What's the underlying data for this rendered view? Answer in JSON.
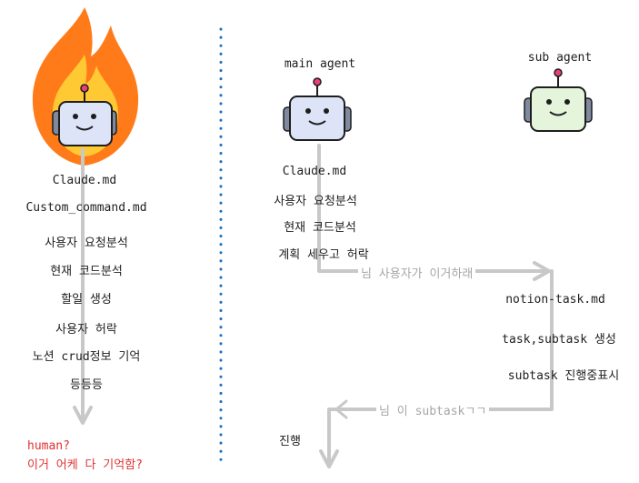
{
  "left_column": {
    "items": [
      "Claude.md",
      "Custom_command.md",
      "사용자 요청분석",
      "현재 코드분석",
      "할일 생성",
      "사용자 허락",
      "노션 crud정보 기억",
      "등등등"
    ],
    "note_line1": "human?",
    "note_line2": "이거 어케 다 기억함?",
    "colors": {
      "flame_outer": "#ff7b1a",
      "flame_inner": "#ffc933",
      "robot_face": "#dde4f8",
      "arrow": "#c8c8c8",
      "note": "#e03131"
    }
  },
  "main_agent": {
    "label": "main agent",
    "items": [
      "Claude.md",
      "사용자 요청분석",
      "현재 코드분석",
      "계획 세우고 허락"
    ],
    "arrow_label": "님 사용자가 이거하래"
  },
  "sub_agent": {
    "label": "sub agent",
    "items": [
      "notion-task.md",
      "task,subtask 생성",
      "subtask 진행중표시"
    ],
    "return_label": "님 이 subtaskㄱㄱ",
    "final_label": "진행",
    "colors": {
      "robot_face": "#e5f5dc"
    }
  },
  "divider": {
    "color": "#1971c2"
  }
}
